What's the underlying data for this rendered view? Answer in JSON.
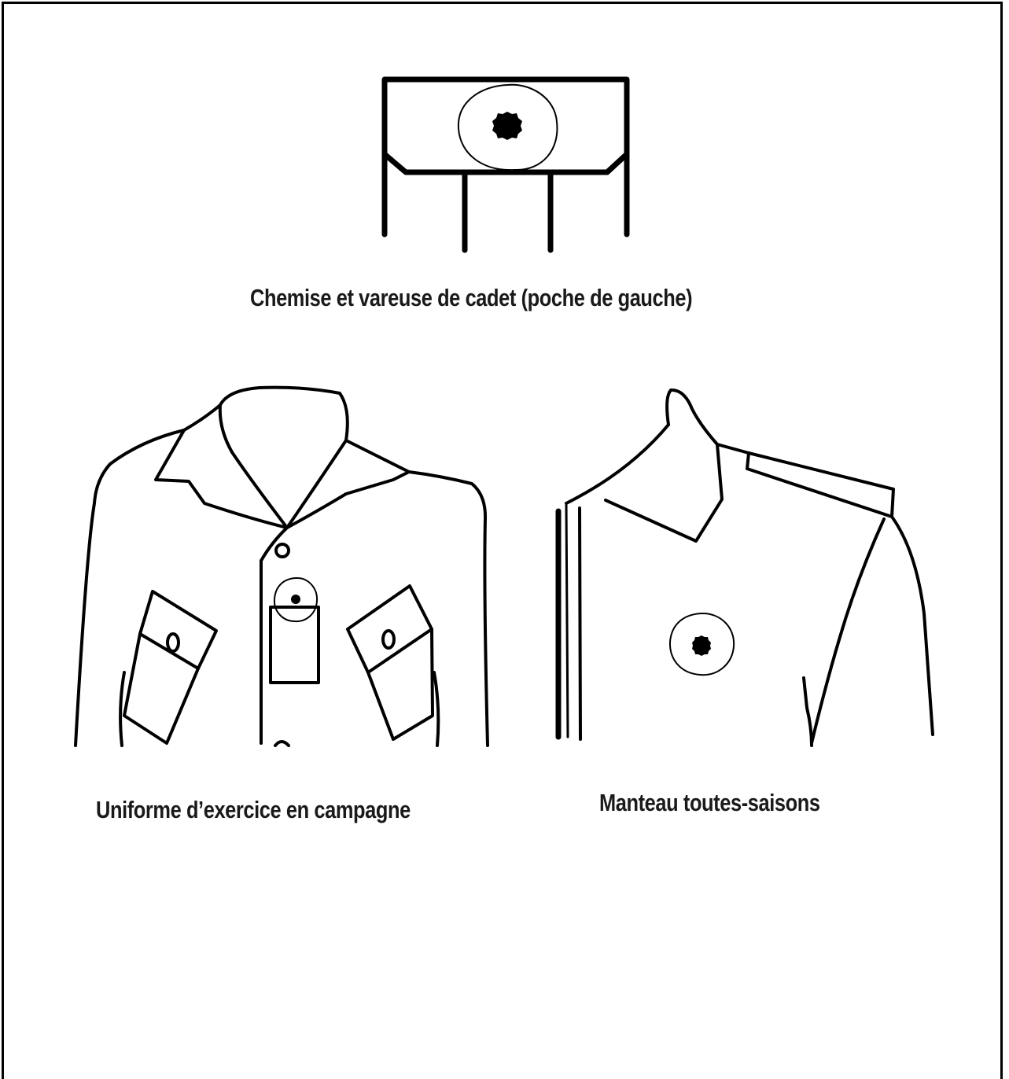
{
  "captions": {
    "shirt": "Chemise et vareuse de cadet (poche de gauche)",
    "field_uniform": "Uniforme d’exercice en campagne",
    "all_season_coat": "Manteau toutes-saisons"
  },
  "colors": {
    "line": "#000000",
    "text": "#1a1a1a",
    "background": "#ffffff"
  },
  "icons": [
    "poppy-icon"
  ]
}
